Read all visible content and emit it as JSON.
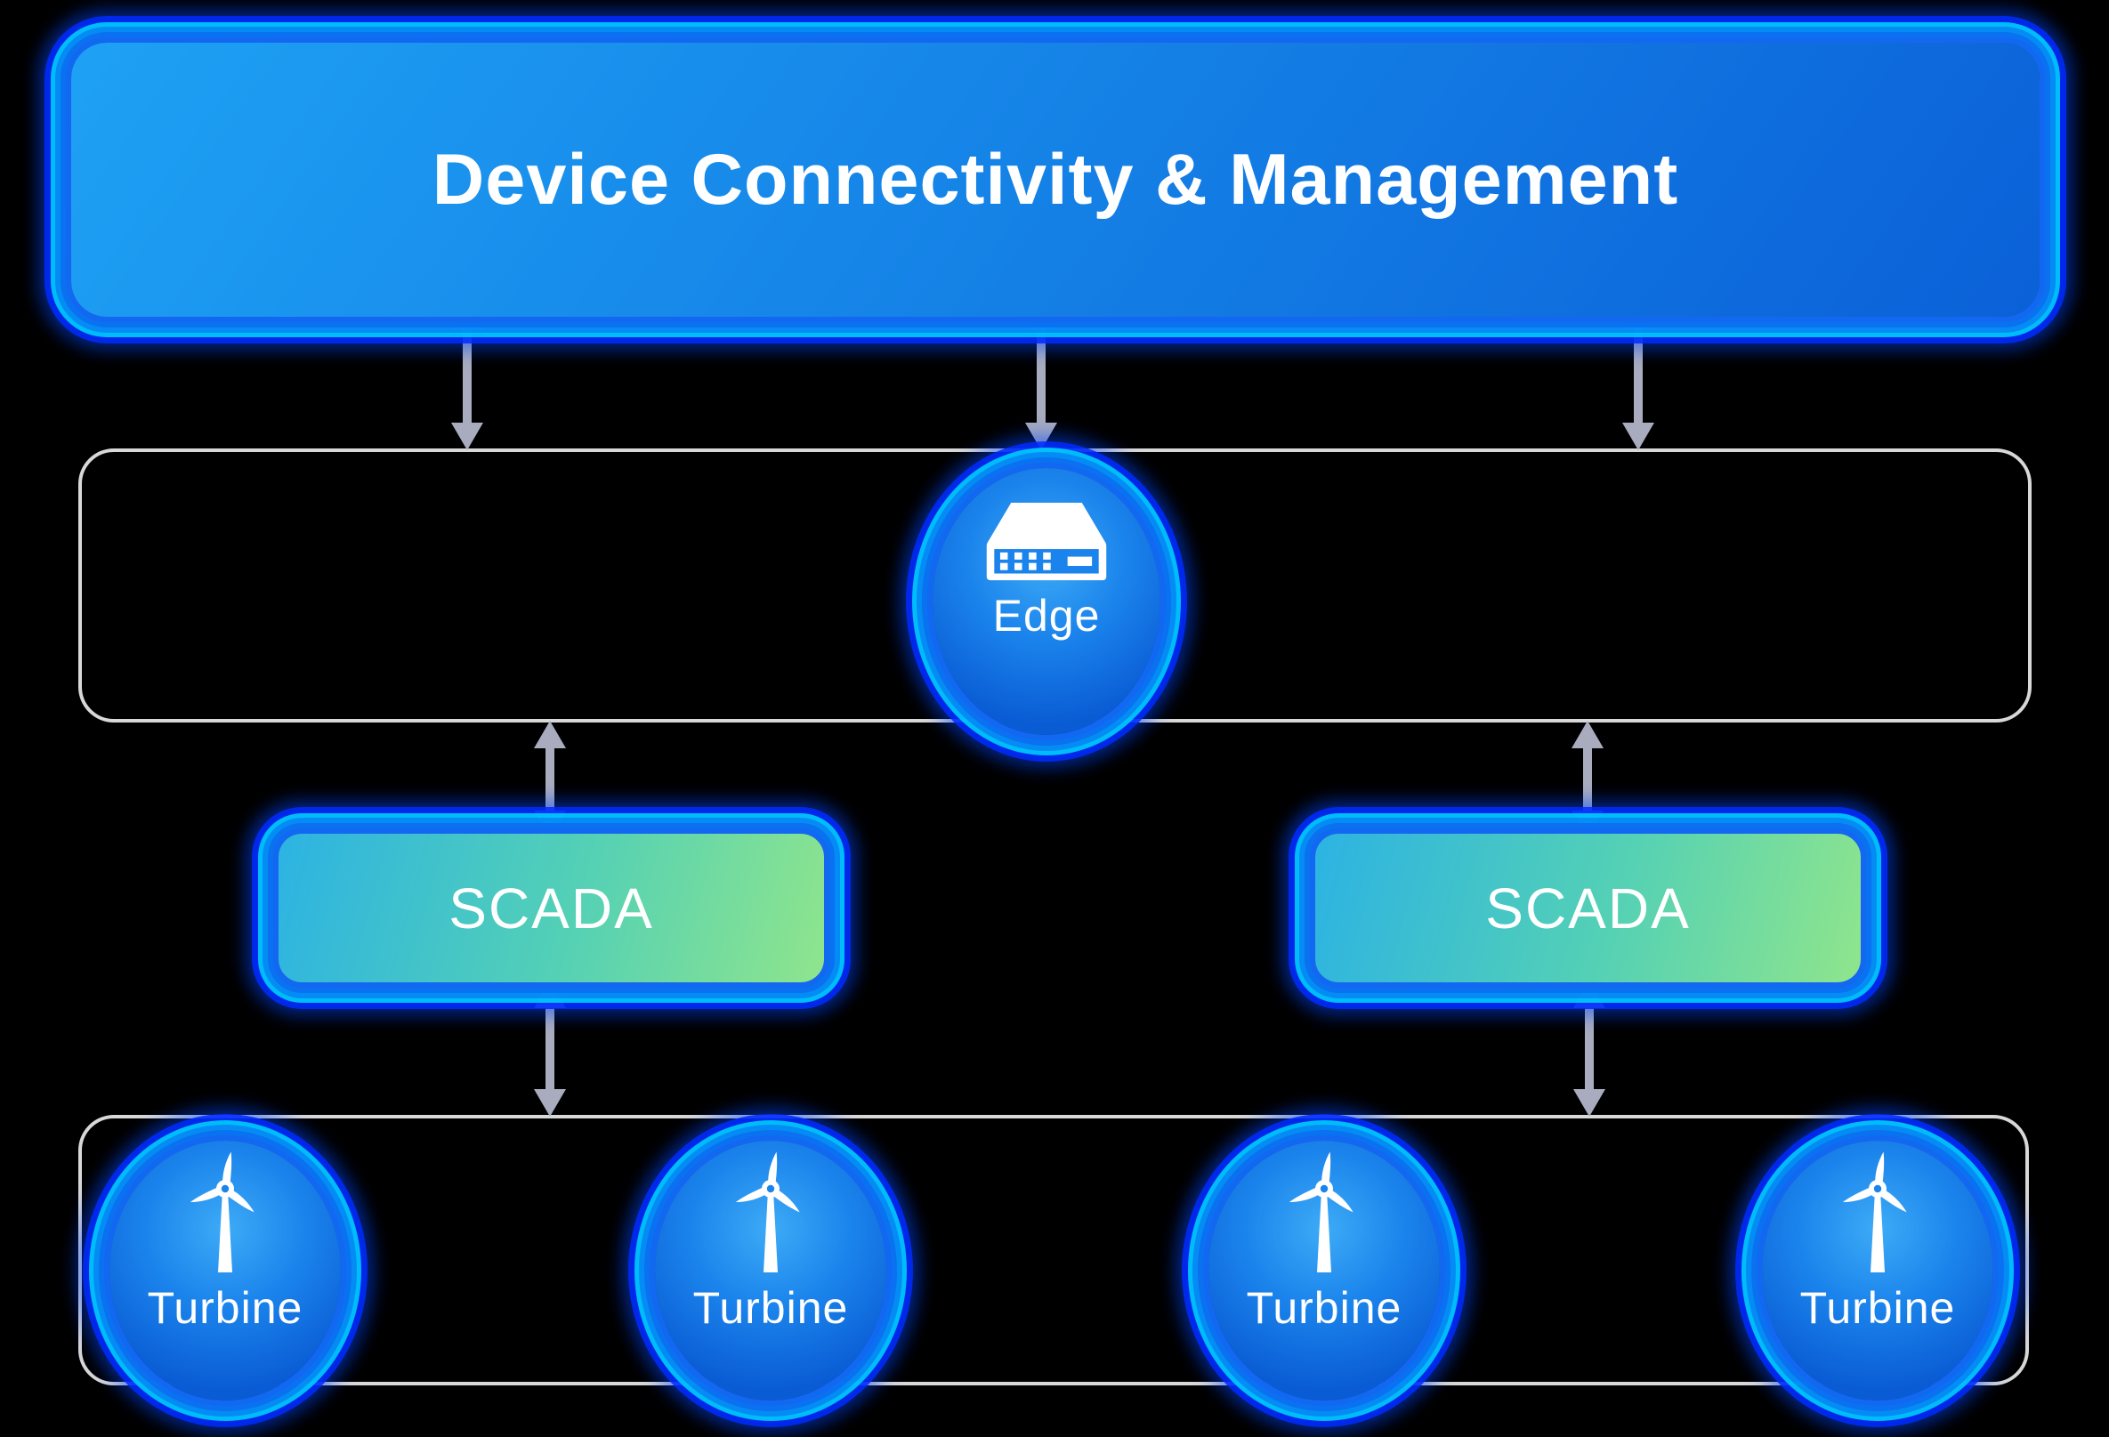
{
  "diagram": {
    "title": "Device Connectivity & Management",
    "nodes": {
      "edge": {
        "label": "Edge",
        "icon": "edge-gateway-icon"
      },
      "scada": [
        {
          "label": "SCADA"
        },
        {
          "label": "SCADA"
        }
      ],
      "turbines": [
        {
          "label": "Turbine",
          "icon": "wind-turbine-icon"
        },
        {
          "label": "Turbine",
          "icon": "wind-turbine-icon"
        },
        {
          "label": "Turbine",
          "icon": "wind-turbine-icon"
        },
        {
          "label": "Turbine",
          "icon": "wind-turbine-icon"
        }
      ]
    },
    "connections": "double-headed vertical arrows between layers",
    "colors": {
      "background": "#000000",
      "banner_gradient_start": "#1ea1f4",
      "banner_gradient_end": "#0b61d8",
      "scada_gradient_start": "#2cb3e3",
      "scada_gradient_end": "#8fe58c",
      "node_gradient_inner": "#3dabf6",
      "node_gradient_outer": "#0a5cd4",
      "glow_cyan": "#00e1ff",
      "glow_blue": "#0030ff",
      "container_border": "#d8d8d8",
      "arrow": "#a8acbe",
      "text": "#ffffff"
    }
  }
}
